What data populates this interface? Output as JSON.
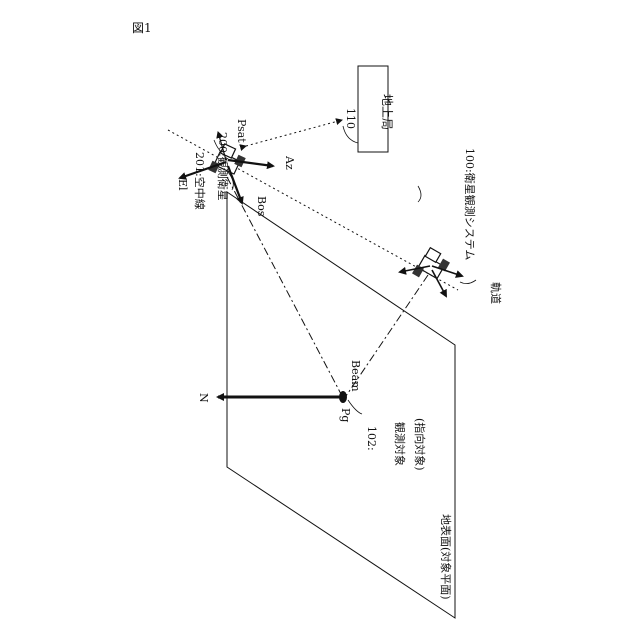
{
  "figure_label": "図1",
  "labels": {
    "system": "100:衛星観測システム",
    "satellite": "200:観測衛星",
    "sat_position": "Psat",
    "ground_station_ref": "110",
    "ground_station": "地上局",
    "antenna": "201:空中線",
    "elevation": "El",
    "azimuth": "Az",
    "boresight": "Bos",
    "orbit": "軌道",
    "beam": "Beam",
    "north": "N",
    "target_point": "Pg",
    "target_ref": "102:",
    "target_name": "観測対象",
    "target_sub": "(指向対象)",
    "ground_plane": "地表面(対象平面)"
  }
}
